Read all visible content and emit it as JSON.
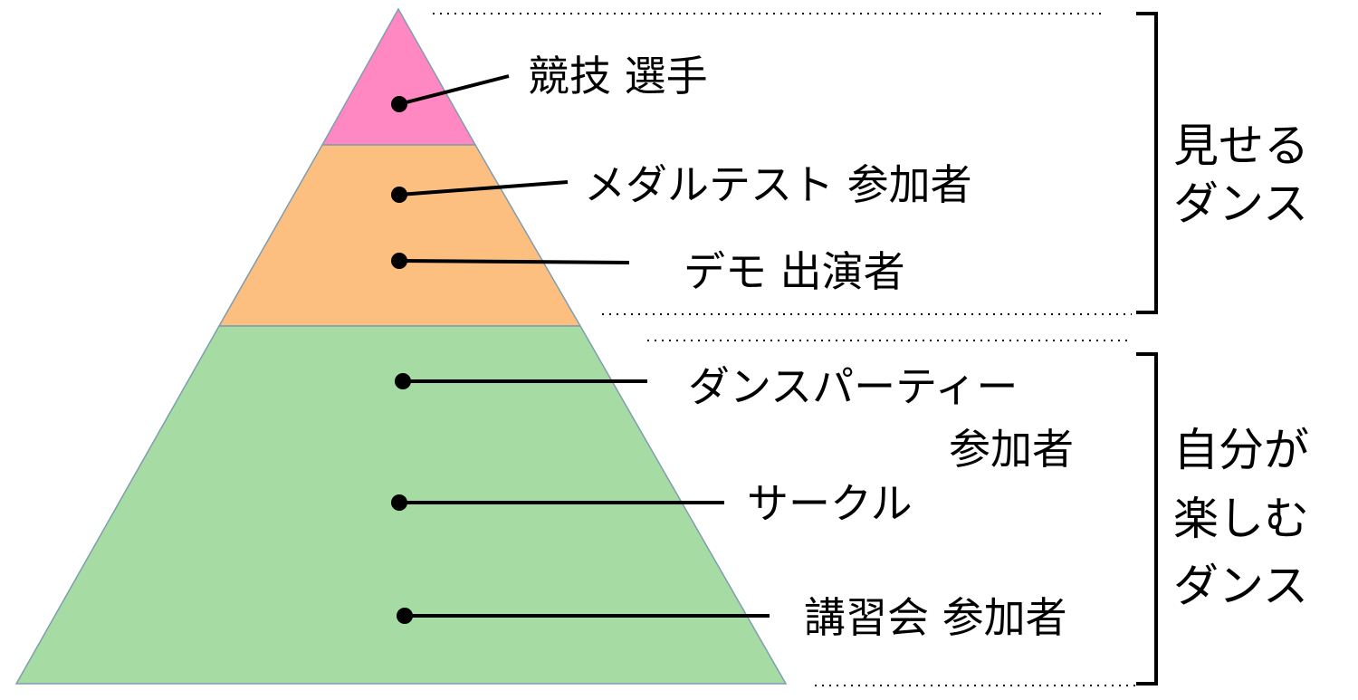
{
  "colors": {
    "top": "#FF88C2",
    "middle": "#FDBF80",
    "bottom": "#A6DBA4",
    "outline": "#7F9DB0"
  },
  "labels": {
    "competitors": "競技 選手",
    "medal_test": "メダルテスト 参加者",
    "demo": "デモ 出演者",
    "dance_party_1": "ダンスパーティー",
    "dance_party_2": "参加者",
    "circle": "サークル",
    "workshop": "講習会 参加者"
  },
  "groups": {
    "show_dance_1": "見せる",
    "show_dance_2": "ダンス",
    "enjoy_dance_1": "自分が",
    "enjoy_dance_2": "楽しむ",
    "enjoy_dance_3": "ダンス"
  }
}
